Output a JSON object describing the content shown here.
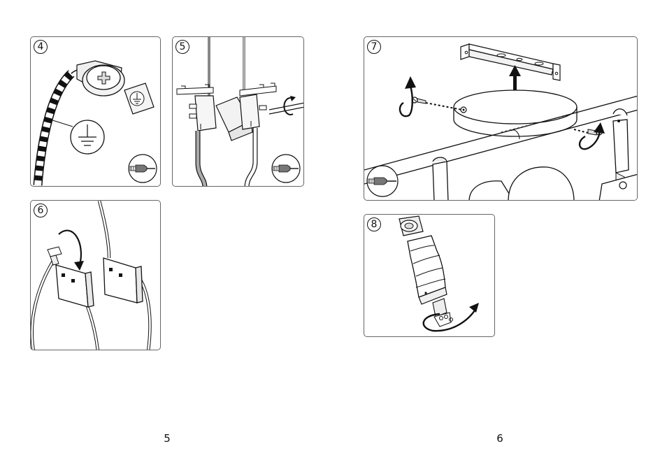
{
  "steps": [
    {
      "number": "4"
    },
    {
      "number": "5"
    },
    {
      "number": "6"
    },
    {
      "number": "7"
    },
    {
      "number": "8"
    }
  ],
  "pages": {
    "left": "5",
    "right": "6"
  },
  "icons": {
    "ground": "ground-symbol-icon",
    "screwdriver": "screwdriver-icon",
    "rotate": "rotate-arrow-icon",
    "up": "up-arrow-icon"
  }
}
